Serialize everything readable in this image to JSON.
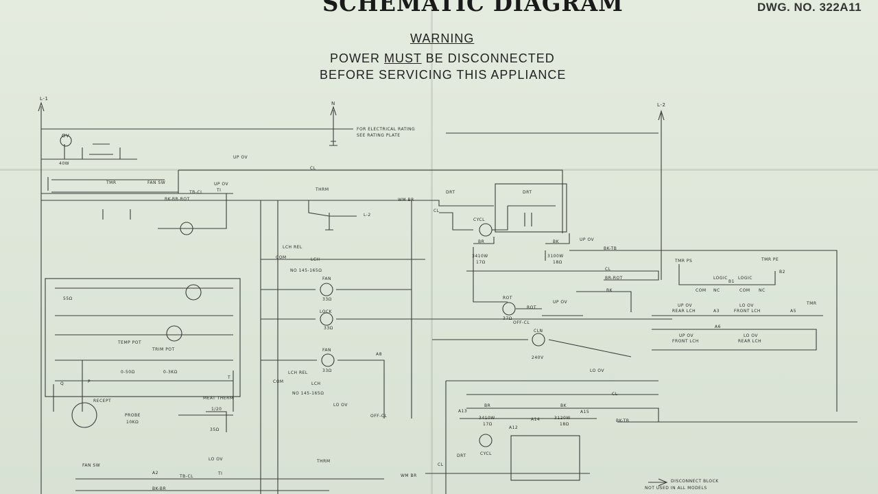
{
  "header": {
    "title": "SCHEMATIC DIAGRAM",
    "drawing_number": "DWG. NO. 322A11",
    "warning_heading": "WARNING",
    "warning_line1_pre": "POWER ",
    "warning_line1_must": "MUST",
    "warning_line1_post": " BE DISCONNECTED",
    "warning_line2": "BEFORE SERVICING THIS APPLIANCE"
  },
  "rails": {
    "line1": "L-1",
    "line2": "L-2",
    "neutral": "N"
  },
  "rating_note": {
    "line1": "FOR ELECTRICAL RATING",
    "line2": "SEE RATING PLATE"
  },
  "upper_circuit": {
    "ov_lamp": "OV",
    "lamp_watt": "40W",
    "tmr": "TMR",
    "fan_sw": "FAN SW",
    "up_ov_1": "UP OV",
    "cl": "CL",
    "up_ov_2": "UP OV",
    "tb_cl": "TB-CL",
    "ti": "TI",
    "bk_br_rot": "BK-BR-ROT",
    "thrm": "THRM",
    "l2_a": "L-2",
    "wm_br": "WM BR",
    "drt_top": "DRT",
    "drt_box": "DRT",
    "cl_6": "CL",
    "cycl": "CYCL",
    "br": "BR",
    "br_res_w": "3410W",
    "br_res_o": "17Ω",
    "bk": "BK",
    "bk_res_w": "3100W",
    "bk_res_o": "18Ω",
    "up_ov_3": "UP OV",
    "bk_tb": "BK-TB",
    "c_cl": "CL",
    "br_rot": "BR-ROT",
    "bk_b": "BK",
    "lch_rel": "LCH REL",
    "com": "COM",
    "lch": "LCH",
    "no_res": "NO 145-165Ω",
    "fan": "FAN",
    "fan_res": "33Ω",
    "lock": "LOCK",
    "lock_res": "33Ω",
    "rot": "ROT",
    "rot_res": "37Ω",
    "rot_label": "ROT",
    "up_ov_rot": "UP OV",
    "off_cl": "OFF-CL",
    "cln": "CLN",
    "cln_v": "240V",
    "fan2": "FAN",
    "fan2_res": "33Ω",
    "a8": "A8"
  },
  "timer_block": {
    "tmr_ps": "TMR PS",
    "tmr_pe": "TMR PE",
    "logic1": "LOGIC",
    "logic2": "LOGIC",
    "b1": "B1",
    "b2": "B2",
    "com1": "COM",
    "nc1": "NC",
    "com2": "COM",
    "nc2": "NC",
    "up_ov_rear": "UP OV",
    "rear_lch": "REAR LCH",
    "lo_ov_front": "LO OV",
    "front_lch": "FRONT LCH",
    "a3": "A3",
    "a5": "A5",
    "a6": "A6",
    "tmr": "TMR",
    "up_ov_front": "UP OV",
    "front_lch2": "FRONT LCH",
    "lo_ov_rear": "LO OV",
    "rear_lch2": "REAR LCH"
  },
  "control_board": {
    "r55": "55Ω",
    "temp_pot": "TEMP POT",
    "temp_range": "0-50Ω",
    "trim_pot": "TRIM POT",
    "trim_range": "0-3KΩ",
    "q": "Q",
    "p": "P",
    "t": "T",
    "recept": "RECEPT",
    "probe": "PROBE",
    "probe_res": "10KΩ",
    "meat_therm": "MEAT THERM",
    "meat_ratio": "1/20",
    "meat_res": "35Ω"
  },
  "lower_circuit": {
    "lch_rel": "LCH REL",
    "com": "COM",
    "lch": "LCH",
    "no_res": "NO 145-165Ω",
    "lo_ov": "LO OV",
    "off_cl": "OFF-CL",
    "lo_ov_r": "LO OV",
    "c_cl": "CL",
    "a13": "A13",
    "br": "BR",
    "br_res_w": "3410W",
    "br_res_o": "17Ω",
    "a12": "A12",
    "a14": "A14",
    "bk": "BK",
    "bk_res_w": "3120W",
    "bk_res_o": "18Ω",
    "a15": "A15",
    "bk_tb": "BK-TB",
    "cycl": "CYCL",
    "drt": "DRT",
    "cl_e": "CL",
    "fan_sw": "FAN SW",
    "a2": "A2",
    "tb_cl": "TB-CL",
    "ti": "TI",
    "lo_ov_b": "LO OV",
    "bk_br": "BK-BR",
    "thrm": "THRM",
    "wm_br": "WM BR"
  },
  "legend": {
    "line1": "DISCONNECT BLOCK",
    "line2": "NOT USED IN ALL MODELS"
  }
}
